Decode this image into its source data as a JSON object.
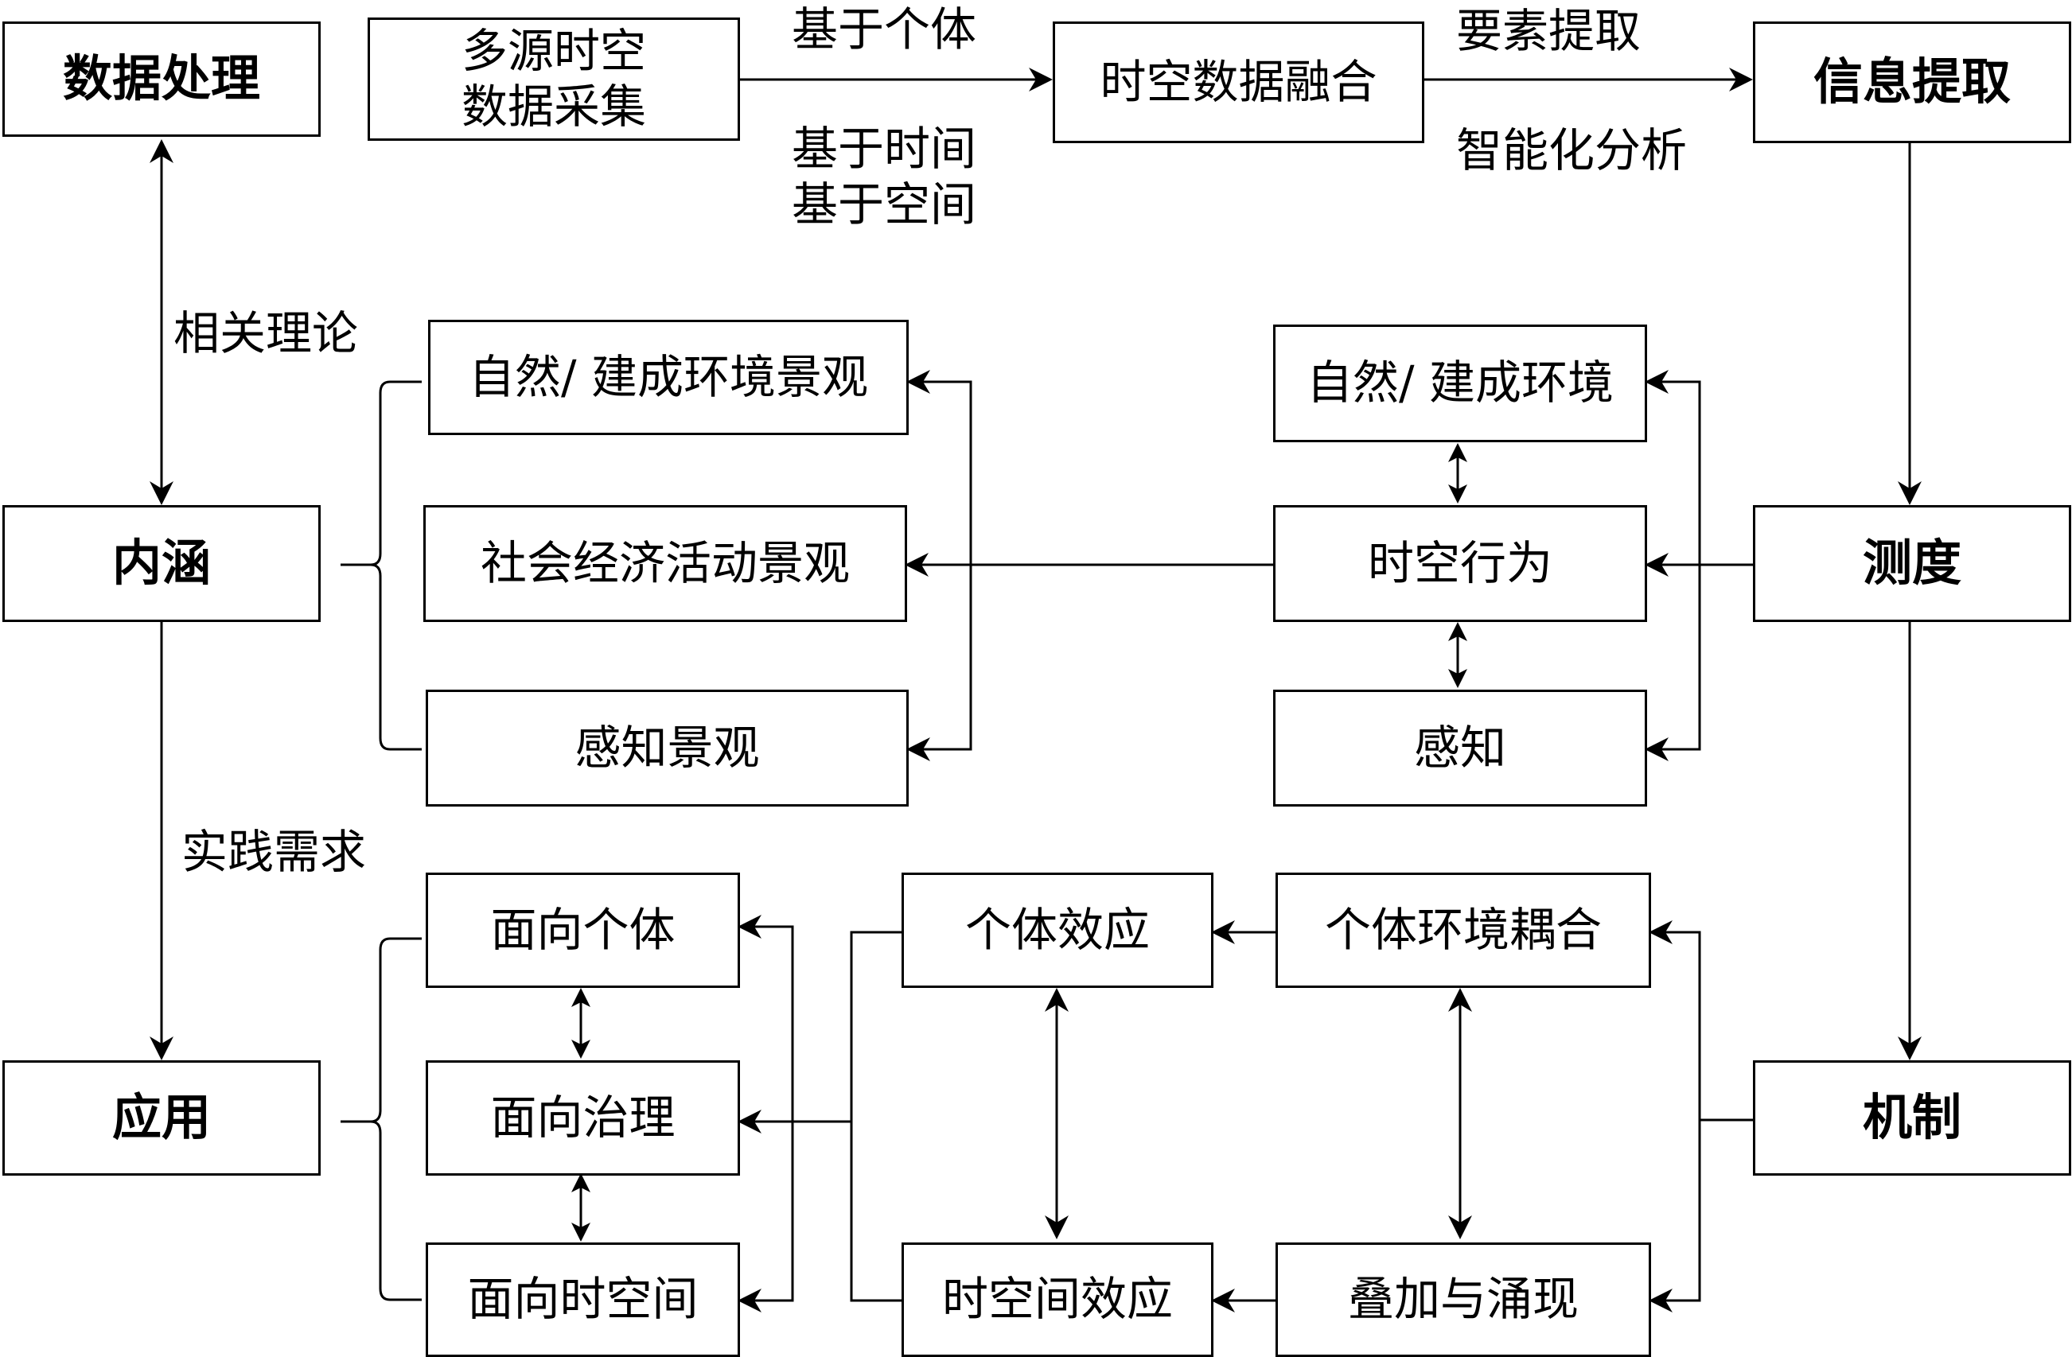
{
  "top": {
    "data_processing": "数据处理",
    "collection_line1": "多源时空",
    "collection_line2": "数据采集",
    "fusion": "时空数据融合",
    "info_extraction": "信息提取",
    "label_individual": "基于个体",
    "label_time": "基于时间",
    "label_space": "基于空间",
    "label_elements": "要素提取",
    "label_intelligent": "智能化分析"
  },
  "left": {
    "connotation": "内涵",
    "application": "应用",
    "label_theory": "相关理论",
    "label_practice": "实践需求"
  },
  "right": {
    "measurement": "测度",
    "mechanism": "机制"
  },
  "connotation_items": {
    "natural_built_landscape": "自然/ 建成环境景观",
    "socioeconomic_landscape": "社会经济活动景观",
    "perception_landscape": "感知景观"
  },
  "measurement_items": {
    "natural_built_env": "自然/ 建成环境",
    "spatiotemporal_behavior": "时空行为",
    "perception": "感知"
  },
  "application_items": {
    "individual_oriented": "面向个体",
    "governance_oriented": "面向治理",
    "spatiotemporal_oriented": "面向时空间"
  },
  "mechanism_items": {
    "individual_effect": "个体效应",
    "spatiotemporal_effect": "时空间效应",
    "individual_env_coupling": "个体环境耦合",
    "superposition_emergence": "叠加与涌现"
  }
}
